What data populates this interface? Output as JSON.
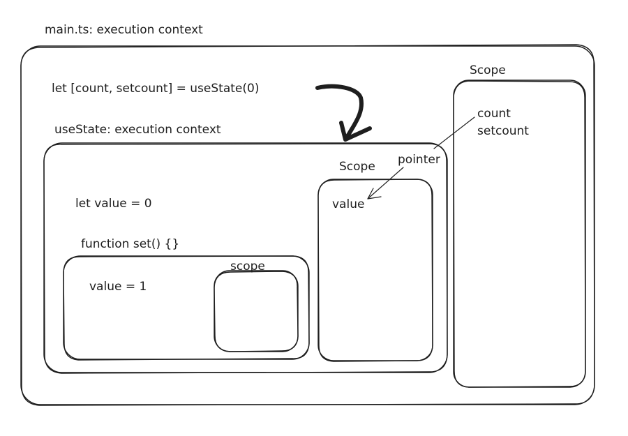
{
  "labels": {
    "main_title": "main.ts: execution context",
    "destructure_line": "let [count, setcount] = useState(0)",
    "main_scope_title": "Scope",
    "main_scope_count": "count",
    "main_scope_setcount": "setcount",
    "usestate_title": "useState: execution context",
    "value_decl": "let value = 0",
    "function_decl": "function set() {}",
    "value_assign": "value = 1",
    "set_scope_title": "scope",
    "usestate_scope_title": "Scope",
    "usestate_scope_value": "value",
    "pointer_label": "pointer"
  }
}
